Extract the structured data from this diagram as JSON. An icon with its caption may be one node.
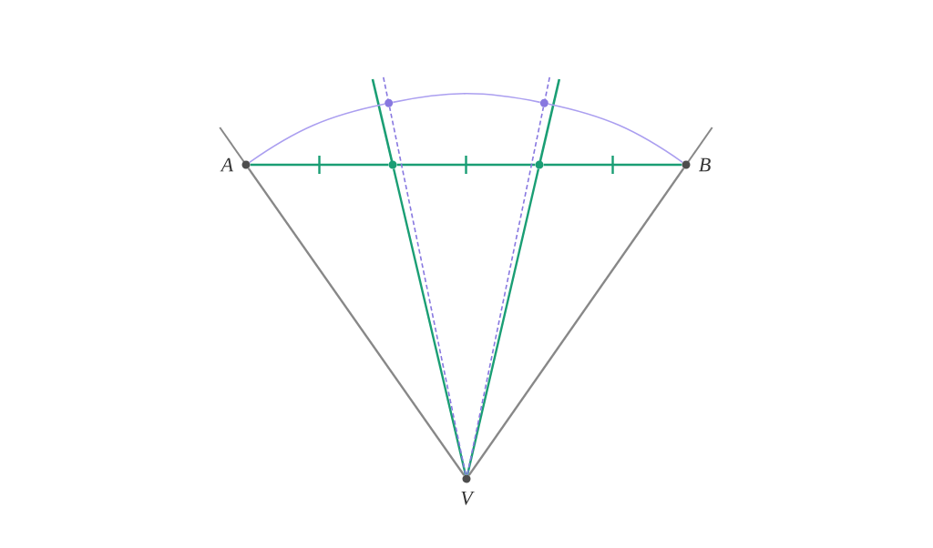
{
  "diagram": {
    "nodes": [
      {
        "text": [
          "A"
        ]
      },
      {
        "text": [
          "B"
        ]
      },
      {
        "text": [
          "V"
        ]
      },
      {
        "text": [],
        "shape": "circle"
      },
      {
        "text": [],
        "shape": "circle"
      },
      {
        "text": [],
        "shape": "circle"
      },
      {
        "text": [],
        "shape": "circle"
      }
    ],
    "edges": [
      {
        "from": 2,
        "to": 0,
        "arrow": "none",
        "color": "#888888"
      },
      {
        "from": 2,
        "to": 1,
        "arrow": "none",
        "color": "#888888"
      },
      {
        "from": 0,
        "to": 5,
        "arrow": "none",
        "color": "#1a9e74"
      },
      {
        "from": 5,
        "to": 6,
        "arrow": "none",
        "color": "#1a9e74"
      },
      {
        "from": 6,
        "to": 1,
        "arrow": "none",
        "color": "#1a9e74"
      },
      {
        "from": 2,
        "to": 5,
        "arrow": "none",
        "color": "#1a9e74"
      },
      {
        "from": 2,
        "to": 6,
        "arrow": "none",
        "color": "#1a9e74"
      },
      {
        "from": 2,
        "to": 3,
        "arrow": "none",
        "style": "dashed",
        "color": "#8878e0"
      },
      {
        "from": 2,
        "to": 4,
        "arrow": "none",
        "style": "dashed",
        "color": "#8878e0"
      },
      {
        "from": 0,
        "to": 3,
        "arrow": "none",
        "color": "#ab9ff0"
      },
      {
        "from": 3,
        "to": 4,
        "arrow": "none",
        "color": "#ab9ff0"
      },
      {
        "from": 4,
        "to": 1,
        "arrow": "none",
        "color": "#ab9ff0"
      }
    ]
  }
}
